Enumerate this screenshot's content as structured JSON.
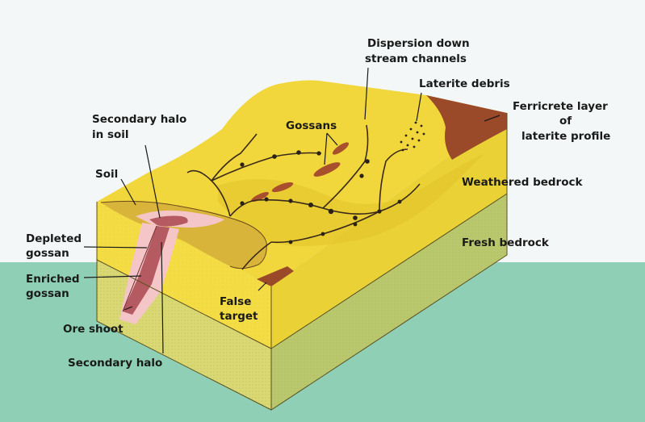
{
  "colors": {
    "sky": "#f3f7f7",
    "sea": "#8ecfb5",
    "surface": "#f1d73c",
    "weathered_front": "#f3dc44",
    "weathered_side": "#ead236",
    "fresh_front": "#d9d873",
    "fresh_side": "#b9c86d",
    "ferricrete": "#9a4a28",
    "soil_lens": "#d9b43a",
    "halo": "#f4c6c8",
    "ore": "#b45a60",
    "gossan": "#a8502e"
  },
  "labels": {
    "dispersion": [
      "Dispersion down",
      "stream channels"
    ],
    "laterite_debris": "Laterite debris",
    "ferricrete": [
      "Ferricrete layer",
      "of",
      "laterite profile"
    ],
    "weathered_bedrock": "Weathered bedrock",
    "fresh_bedrock": "Fresh bedrock",
    "secondary_halo_soil": [
      "Secondary halo",
      "in soil"
    ],
    "gossans": "Gossans",
    "soil": "Soil",
    "depleted_gossan": [
      "Depleted",
      "gossan"
    ],
    "enriched_gossan": [
      "Enriched",
      "gossan"
    ],
    "ore_shoot": "Ore shoot",
    "secondary_halo": "Secondary halo",
    "false_target": [
      "False",
      "target"
    ]
  }
}
